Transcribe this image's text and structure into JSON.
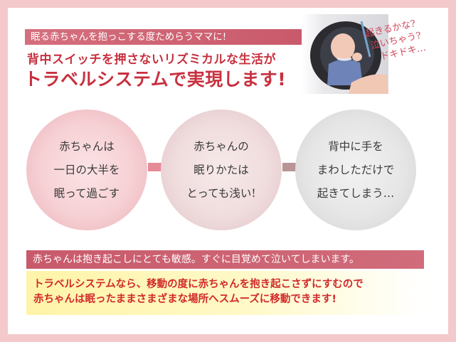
{
  "banner": "眠る赤ちゃんを抱っこする度ためらうママに!",
  "headline_line1": "背中スイッチを押さないリズミカルな生活が",
  "headline_line2": "トラベルシステムで実現します!",
  "bubble_lines": [
    "起きるかな?",
    "泣いちゃう?",
    "ドキドキ…"
  ],
  "circles": [
    {
      "lines": [
        "赤ちゃんは",
        "一日の大半を",
        "眠って過ごす"
      ]
    },
    {
      "lines": [
        "赤ちゃんの",
        "眠りかたは",
        "とっても浅い!"
      ]
    },
    {
      "lines": [
        "背中に手を",
        "まわしただけで",
        "起きてしまう…"
      ]
    }
  ],
  "notice": "赤ちゃんは抱き起こしにとても敏感。すぐに目覚めて泣いてしまいます。",
  "conclusion_lines": [
    "トラベルシステムなら、移動の度に赤ちゃんを抱き起こさずにすむので",
    "赤ちゃんは眠ったままさまざまな場所へスムーズに移動できます!"
  ],
  "colors": {
    "accent_red": "#c8303f",
    "pink_frame": "#f3c9cc",
    "banner_pink": "#d56f7d",
    "highlight_yellow": "#fff4a8"
  }
}
